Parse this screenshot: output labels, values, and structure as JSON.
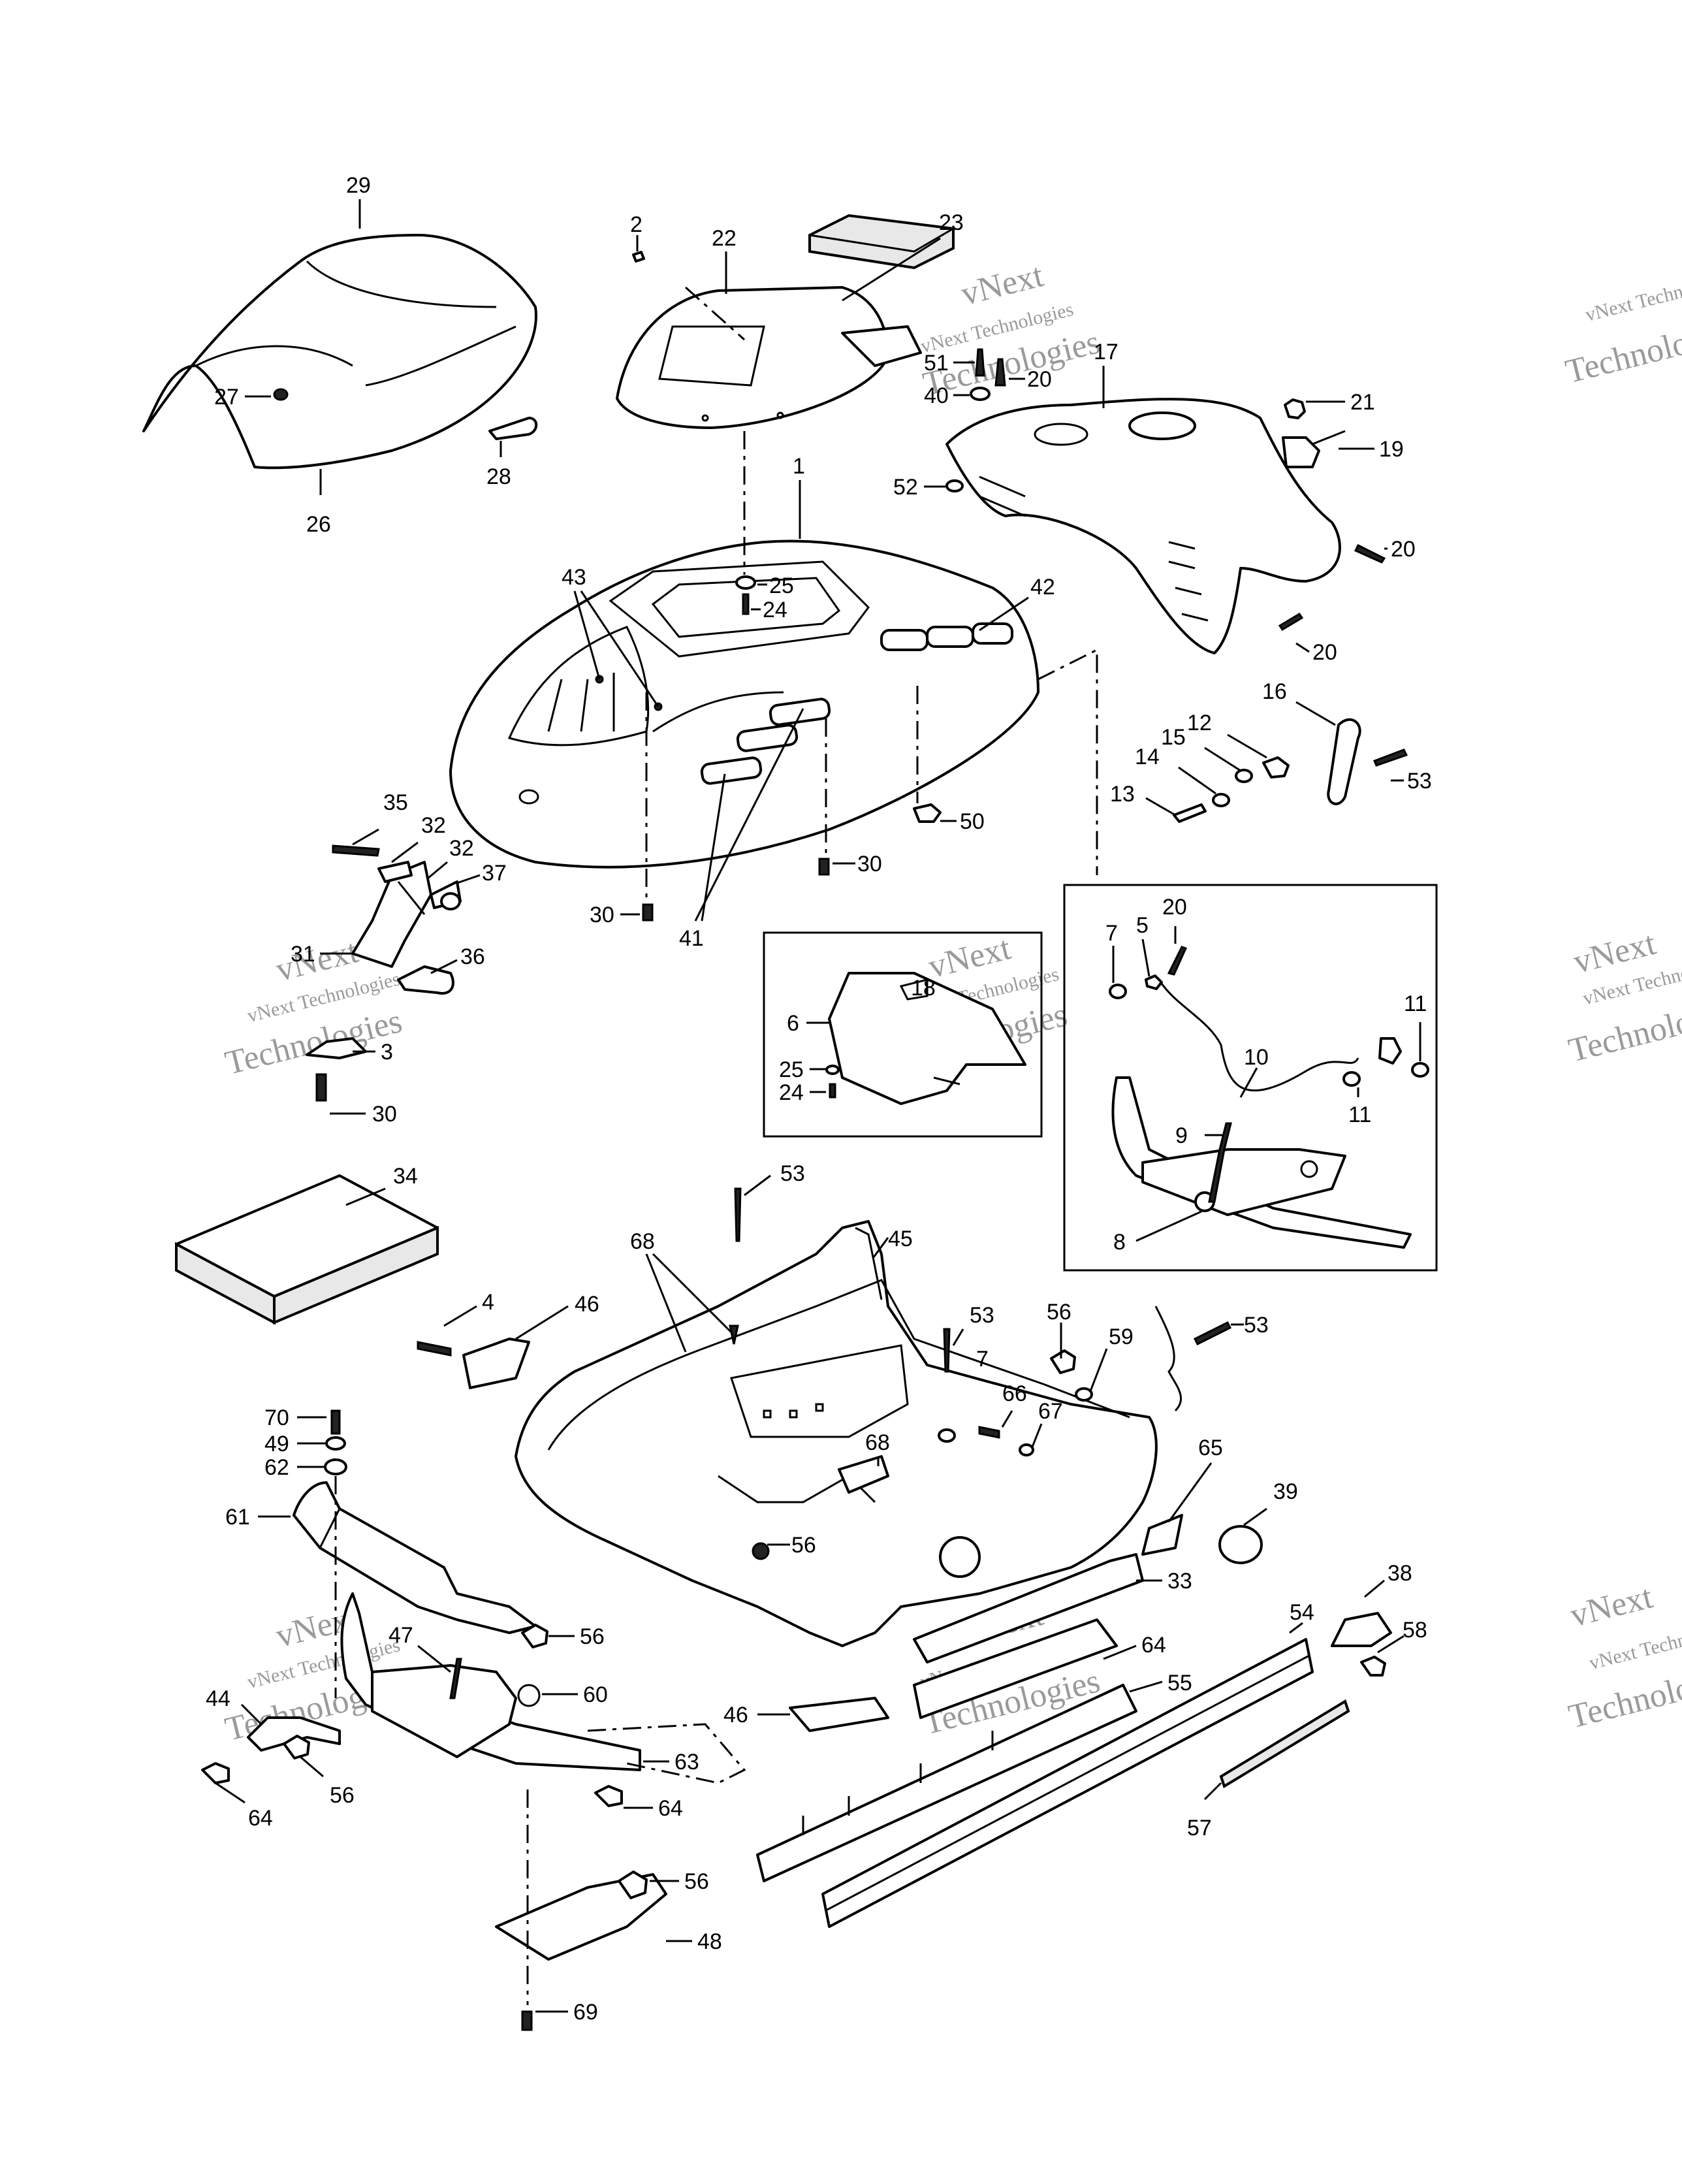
{
  "watermark": {
    "line1": "vNext Technologies",
    "line2": "Technologies",
    "line2_alt": "vNext"
  },
  "callouts": [
    "1",
    "2",
    "3",
    "4",
    "5",
    "6",
    "7",
    "8",
    "9",
    "10",
    "11",
    "12",
    "13",
    "14",
    "15",
    "16",
    "17",
    "18",
    "19",
    "20",
    "21",
    "22",
    "23",
    "24",
    "25",
    "26",
    "27",
    "28",
    "29",
    "30",
    "31",
    "32",
    "33",
    "34",
    "35",
    "36",
    "37",
    "38",
    "39",
    "40",
    "41",
    "42",
    "43",
    "44",
    "45",
    "46",
    "47",
    "48",
    "49",
    "50",
    "51",
    "52",
    "53",
    "54",
    "55",
    "56",
    "57",
    "58",
    "59",
    "60",
    "61",
    "62",
    "63",
    "64",
    "65",
    "66",
    "67",
    "68",
    "69",
    "70"
  ]
}
